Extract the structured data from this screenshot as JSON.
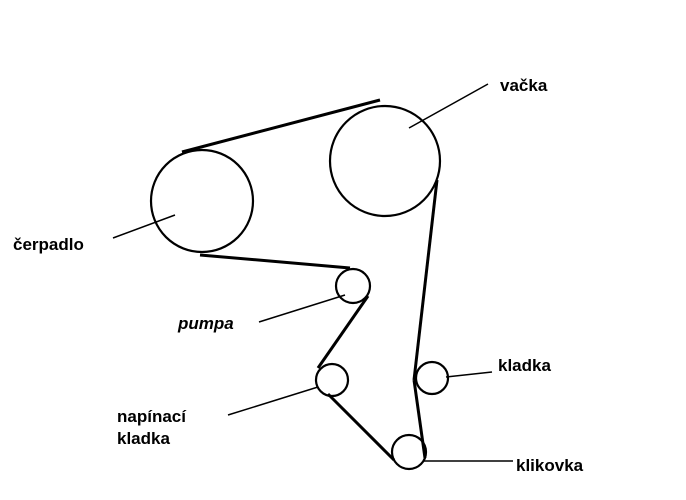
{
  "labels": {
    "vacka": "vačka",
    "cerpadlo": "čerpadlo",
    "pumpa": "pumpa",
    "kladka": "kladka",
    "napinaci_line1": "napínací",
    "napinaci_line2": "kladka",
    "klikovka": "klikovka"
  },
  "colors": {
    "stroke": "#000000",
    "background": "#ffffff"
  }
}
